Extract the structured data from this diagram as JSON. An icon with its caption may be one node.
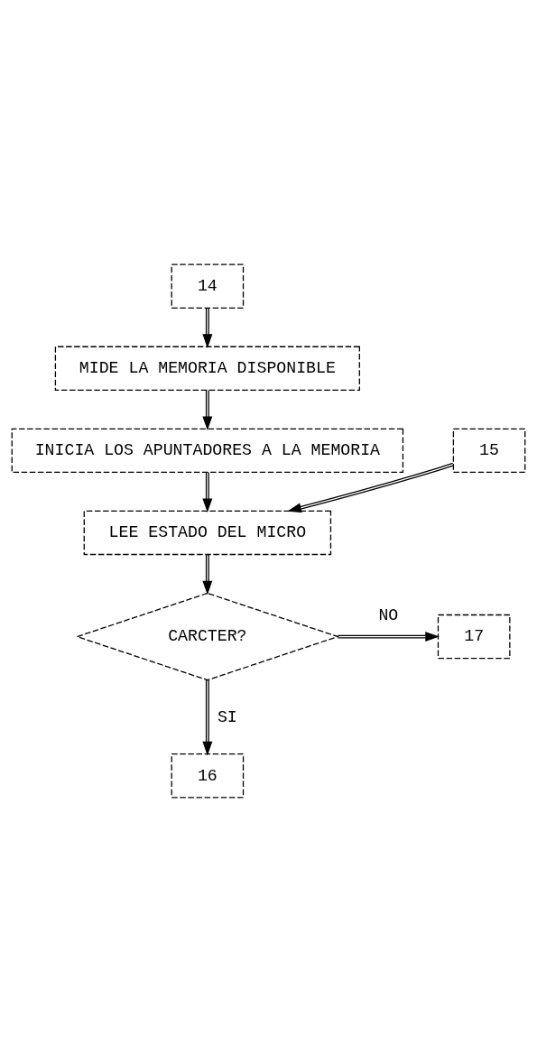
{
  "diagram": {
    "nodes": [
      {
        "text": [
          "14"
        ]
      },
      {
        "text": [
          "MIDE LA MEMORIA DISPONIBLE"
        ]
      },
      {
        "text": [
          "INICIA LOS APUNTADORES A LA MEMORIA"
        ]
      },
      {
        "text": [
          "15"
        ]
      },
      {
        "text": [
          "LEE ESTADO DEL MICRO"
        ]
      },
      {
        "text": [
          "CARCTER?"
        ]
      },
      {
        "text": [
          "17"
        ]
      },
      {
        "text": [
          "16"
        ]
      }
    ],
    "edges": [
      {
        "from": 0,
        "to": 1,
        "arrow": "to"
      },
      {
        "from": 1,
        "to": 2,
        "arrow": "to"
      },
      {
        "from": 2,
        "to": 4,
        "arrow": "to"
      },
      {
        "from": 3,
        "to": 4,
        "arrow": "to"
      },
      {
        "from": 4,
        "to": 5,
        "arrow": "to"
      },
      {
        "from": 5,
        "to": 6,
        "arrow": "to",
        "label": "NO"
      },
      {
        "from": 5,
        "to": 7,
        "arrow": "to",
        "label": "SI"
      }
    ]
  }
}
